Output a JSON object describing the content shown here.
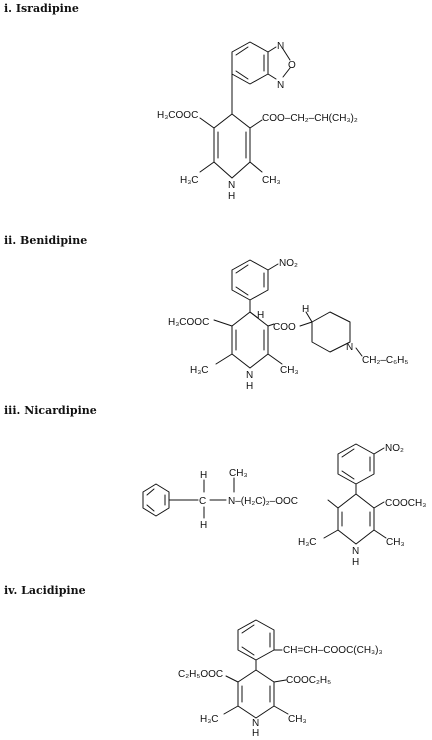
{
  "compounds": [
    {
      "heading": "i. Isradipine",
      "labels": {
        "n1": "N",
        "o1": "O",
        "n2": "N",
        "left_ester": "H₃COOC",
        "right_ester": "COO–CH₂–CH(CH₃)₂",
        "left_methyl": "H₃C",
        "right_methyl": "CH₃",
        "nh_n": "N",
        "nh_h": "H"
      }
    },
    {
      "heading": "ii. Benidipine",
      "labels": {
        "nitro": "NO₂",
        "left_ester": "H₃COOC",
        "h4": "H",
        "coo": "COO",
        "h_pip": "H",
        "pip_n": "N",
        "pip_sub": "CH₂–C₆H₅",
        "left_methyl": "H₃C",
        "right_methyl": "CH₃",
        "nh_n": "N",
        "nh_h": "H"
      }
    },
    {
      "heading": "iii. Nicardipine",
      "labels": {
        "h_top": "H",
        "c": "C",
        "h_bot": "H",
        "ch3": "CH₃",
        "chain": "N–(H₂C)₂–OOC",
        "nitro": "NO₂",
        "right_ester": "COOCH₃",
        "left_methyl": "H₃C",
        "right_methyl": "CH₃",
        "nh_n": "N",
        "nh_h": "H"
      }
    },
    {
      "heading": "iv. Lacidipine",
      "labels": {
        "side_chain": "CH=CH–COOC(CH₃)₃",
        "left_ester": "C₂H₅OOC",
        "right_ester": "COOC₂H₅",
        "left_methyl": "H₃C",
        "right_methyl": "CH₃",
        "nh_n": "N",
        "nh_h": "H"
      }
    }
  ]
}
